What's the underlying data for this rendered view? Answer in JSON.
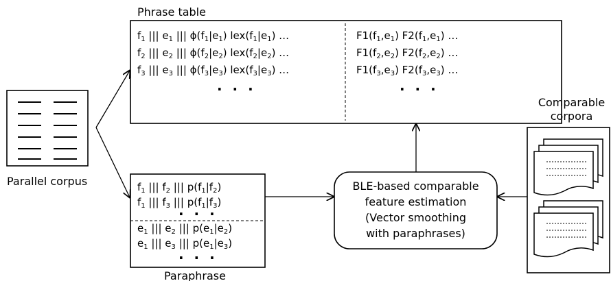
{
  "labels": {
    "phrase_table": "Phrase table",
    "parallel_corpus": "Parallel corpus",
    "paraphrase": "Paraphrase",
    "comparable_corpora_1": "Comparable",
    "comparable_corpora_2": "corpora",
    "ellipsis": "· · ·"
  },
  "estimator": {
    "line1": "BLE-based comparable",
    "line2": "feature estimation",
    "line3": "(Vector smoothing",
    "line4": "with paraphrases)"
  },
  "phrase_table": {
    "left_rows": [
      [
        "f",
        "1",
        " ||| e",
        "1",
        " ||| ϕ(f",
        "1",
        "|e",
        "1",
        ")  lex(f",
        "1",
        "|e",
        "1",
        ") …"
      ],
      [
        "f",
        "2",
        " ||| e",
        "2",
        " ||| ϕ(f",
        "2",
        "|e",
        "2",
        ")  lex(f",
        "2",
        "|e",
        "2",
        ") …"
      ],
      [
        "f",
        "3",
        " ||| e",
        "3",
        " ||| ϕ(f",
        "3",
        "|e",
        "3",
        ")  lex(f",
        "3",
        "|e",
        "3",
        ") …"
      ]
    ],
    "right_rows": [
      [
        "F1(f",
        "1",
        ",e",
        "1",
        ")  F2(f",
        "1",
        ",e",
        "1",
        ") …"
      ],
      [
        "F1(f",
        "2",
        ",e",
        "2",
        ")  F2(f",
        "2",
        ",e",
        "2",
        ") …"
      ],
      [
        "F1(f",
        "3",
        ",e",
        "3",
        ")  F2(f",
        "3",
        ",e",
        "3",
        ") …"
      ]
    ]
  },
  "paraphrase_table": {
    "source_rows": [
      [
        "f",
        "1",
        " ||| f",
        "2",
        " ||| p(f",
        "1",
        "|f",
        "2",
        ")"
      ],
      [
        "f",
        "1",
        " ||| f",
        "3",
        " ||| p(f",
        "1",
        "|f",
        "3",
        ")"
      ]
    ],
    "target_rows": [
      [
        "e",
        "1",
        " ||| e",
        "2",
        " ||| p(e",
        "1",
        "|e",
        "2",
        ")"
      ],
      [
        "e",
        "1",
        " ||| e",
        "3",
        " ||| p(e",
        "1",
        "|e",
        "3",
        ")"
      ]
    ]
  }
}
